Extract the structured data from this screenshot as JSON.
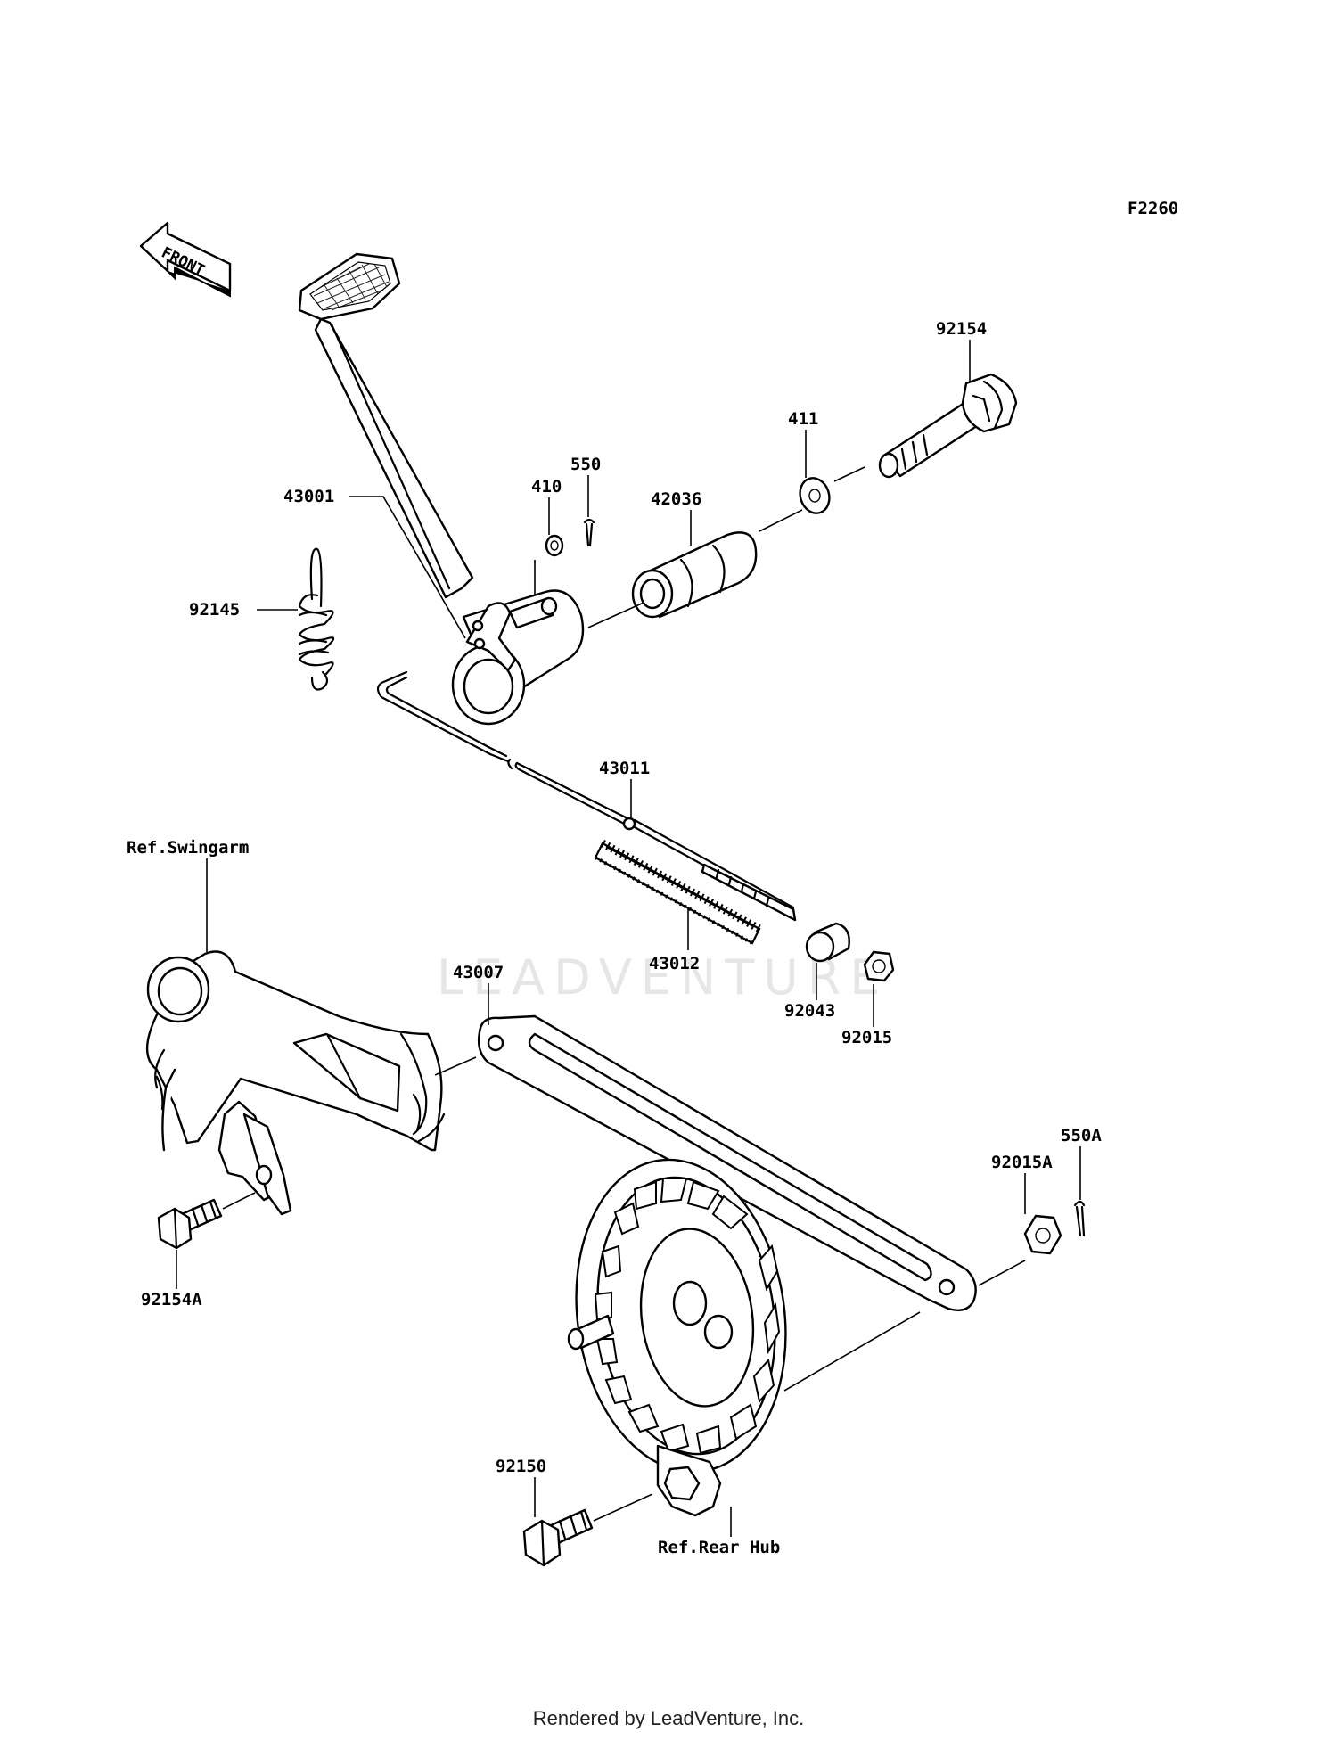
{
  "diagram_code": "F2260",
  "front_arrow": "FRONT",
  "watermark": "LEADVENTURE",
  "labels": {
    "p92154": "92154",
    "p411": "411",
    "p550": "550",
    "p410": "410",
    "p42036": "42036",
    "p43001": "43001",
    "p92145": "92145",
    "p43011": "43011",
    "ref_swingarm": "Ref.Swingarm",
    "p43012": "43012",
    "p43007": "43007",
    "p92043": "92043",
    "p92015": "92015",
    "p550A": "550A",
    "p92015A": "92015A",
    "p92154A": "92154A",
    "p92150": "92150",
    "ref_rear_hub": "Ref.Rear Hub"
  },
  "footer": "Rendered by LeadVenture, Inc."
}
